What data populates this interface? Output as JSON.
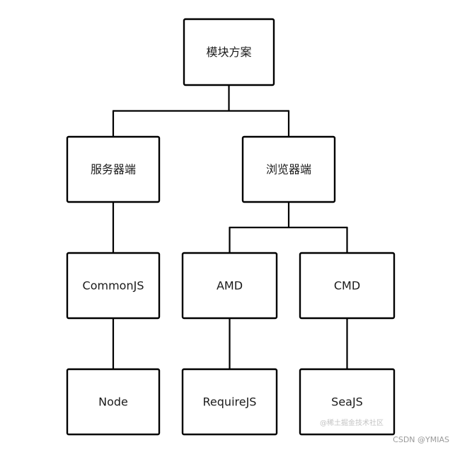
{
  "diagram": {
    "nodes": [
      {
        "id": "root",
        "label": "模块方案"
      },
      {
        "id": "server",
        "label": "服务器端"
      },
      {
        "id": "browser",
        "label": "浏览器端"
      },
      {
        "id": "commonjs",
        "label": "CommonJS"
      },
      {
        "id": "amd",
        "label": "AMD"
      },
      {
        "id": "cmd",
        "label": "CMD"
      },
      {
        "id": "node",
        "label": "Node"
      },
      {
        "id": "requirejs",
        "label": "RequireJS"
      },
      {
        "id": "seajs",
        "label": "SeaJS"
      }
    ],
    "edges": [
      {
        "from": "root",
        "to": "server"
      },
      {
        "from": "root",
        "to": "browser"
      },
      {
        "from": "server",
        "to": "commonjs"
      },
      {
        "from": "browser",
        "to": "amd"
      },
      {
        "from": "browser",
        "to": "cmd"
      },
      {
        "from": "commonjs",
        "to": "node"
      },
      {
        "from": "amd",
        "to": "requirejs"
      },
      {
        "from": "cmd",
        "to": "seajs"
      }
    ],
    "colors": {
      "stroke": "#000000",
      "fill": "#ffffff",
      "text": "#1a1a1a"
    }
  },
  "watermarks": {
    "juejin": "@稀土掘金技术社区",
    "csdn": "CSDN @YMIAS"
  }
}
